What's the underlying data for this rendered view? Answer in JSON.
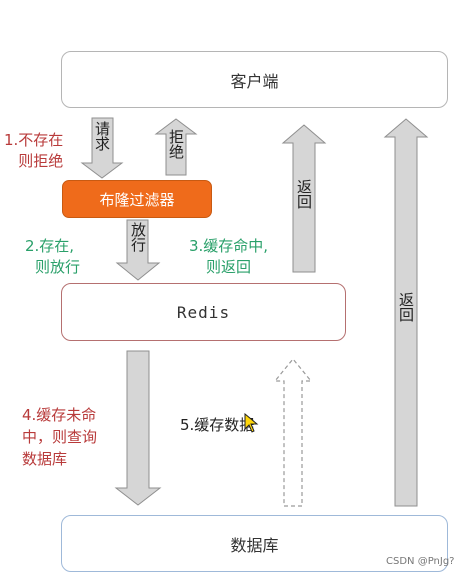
{
  "nodes": {
    "client": "客户端",
    "bloom_filter": "布隆过滤器",
    "redis": "Redis",
    "database": "数据库"
  },
  "arrows": {
    "request": "请求",
    "reject": "拒绝",
    "pass": "放行",
    "return_from_redis": "返回",
    "return_from_db": "返回"
  },
  "notes": {
    "step1": [
      "1.不存在",
      "则拒绝"
    ],
    "step2": [
      "2.存在,",
      "则放行"
    ],
    "step3": [
      "3.缓存命中,",
      "则返回"
    ],
    "step4": [
      "4.缓存未命",
      "中，则查询",
      "数据库"
    ],
    "step5": "5.缓存数据"
  },
  "colors": {
    "bloom_fill": "#ef6b1b",
    "note_red": "#b83a3a",
    "note_green": "#2aa06a",
    "arrow_fill": "#d6d6d6"
  },
  "watermark": "CSDN @PnJg?"
}
